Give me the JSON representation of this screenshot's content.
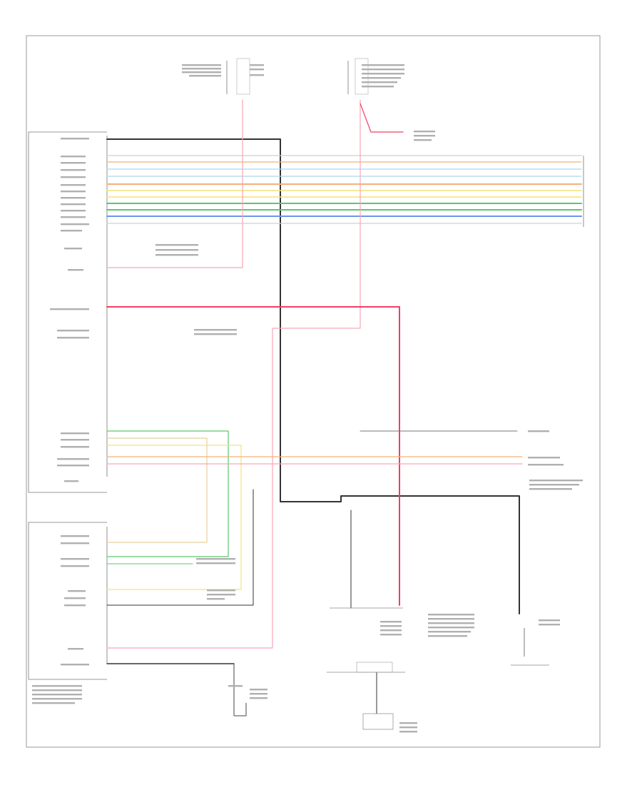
{
  "colors": {
    "background": "#ffffff",
    "frame": "#9a9a9a",
    "red": "#f04060",
    "pink": "#f7a6b6",
    "black": "#333333",
    "gray": "#777777",
    "lightgray": "#cfcfcf",
    "orange": "#f3b278",
    "blue": "#6c96e8",
    "lightblue": "#a9d8ee",
    "yellow": "#f4e27a",
    "green": "#57c96a",
    "lightgreen": "#b6e8b0",
    "tan": "#e7cf9c",
    "darkgreen": "#2f9a48"
  },
  "diagram": {
    "page_tag": "",
    "wire_names": [
      "antenna-signal",
      "speaker-wire-1",
      "speaker-wire-2",
      "speaker-wire-3",
      "speaker-wire-4",
      "speaker-wire-5",
      "speaker-wire-6",
      "speaker-wire-7",
      "speaker-wire-8",
      "speaker-wire-9",
      "speaker-wire-10",
      "speaker-wire-11",
      "battery-feed",
      "fuse-right-feed",
      "power-feed",
      "audio-wire-1",
      "audio-wire-2",
      "audio-wire-3",
      "audio-wire-4",
      "audio-wire-5",
      "lower-module-battery",
      "ground-wire"
    ]
  }
}
